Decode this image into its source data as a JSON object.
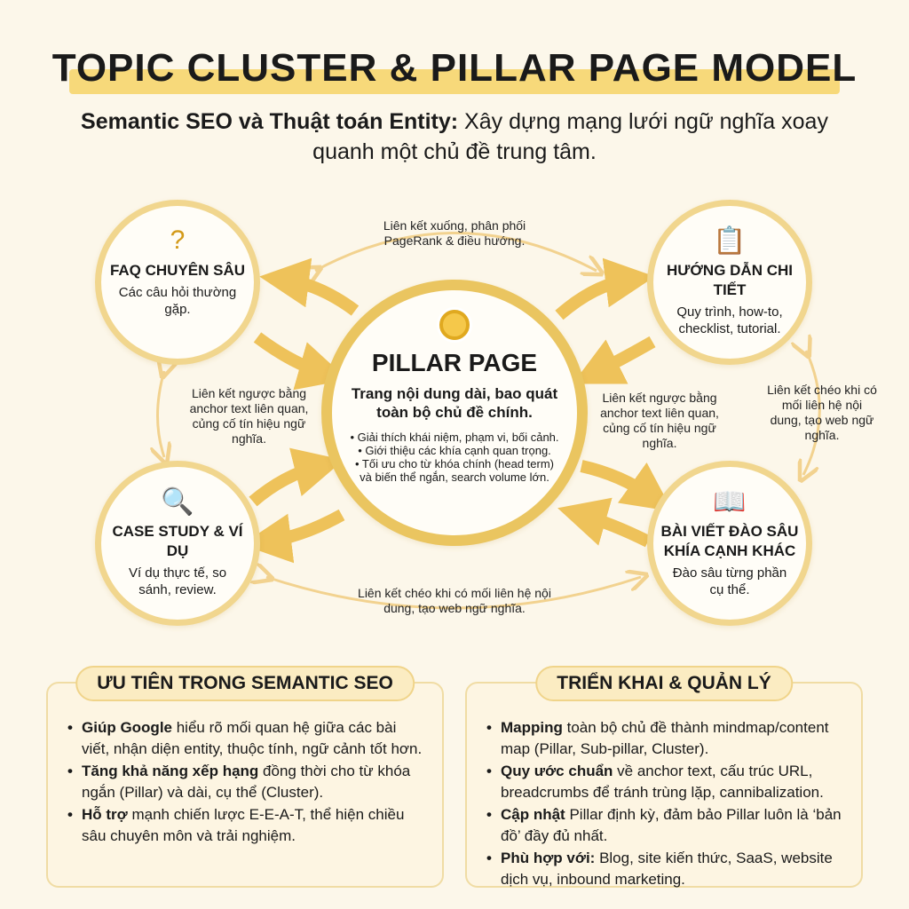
{
  "title": "TOPIC CLUSTER & PILLAR PAGE MODEL",
  "subtitle": {
    "bold": "Semantic SEO và Thuật toán Entity:",
    "rest": " Xây dựng mạng lưới ngữ nghĩa xoay quanh một chủ đề trung tâm."
  },
  "pillar": {
    "icon": "sun-icon",
    "title": "PILLAR PAGE",
    "desc": "Trang nội dung dài, bao quát toàn bộ chủ đề chính.",
    "bullets": [
      "• Giải thích khái niệm, phạm vi, bối cảnh.",
      "• Giới thiệu các khía cạnh quan trọng.",
      "• Tối ưu cho từ khóa chính (head term) và biến thể ngắn, search volume lớn."
    ]
  },
  "clusters": [
    {
      "icon": "question-bubble-icon",
      "glyph": "?",
      "title": "FAQ CHUYÊN SÂU",
      "desc": "Các câu hỏi thường gặp."
    },
    {
      "icon": "clipboard-checklist-icon",
      "glyph": "📋",
      "title": "HƯỚNG DẪN CHI TIẾT",
      "desc": "Quy trình, how-to, checklist, tutorial."
    },
    {
      "icon": "magnifier-icon",
      "glyph": "🔍",
      "title": "CASE STUDY & VÍ DỤ",
      "desc": "Ví dụ thực tế, so sánh, review."
    },
    {
      "icon": "open-book-icon",
      "glyph": "📖",
      "title": "BÀI VIẾT ĐÀO SÂU KHÍA CẠNH KHÁC",
      "desc": "Đào sâu từng phần cụ thể."
    }
  ],
  "links": {
    "top": "Liên kết xuống, phân phối PageRank & điều hướng.",
    "left": "Liên kết ngược bằng anchor text liên quan, củng cố tín hiệu ngữ nghĩa.",
    "right": "Liên kết ngược bằng anchor text liên quan, củng cố tín hiệu ngữ nghĩa.",
    "far_right": "Liên kết chéo khi có mối liên hệ nội dung, tạo web ngữ nghĩa.",
    "bottom": "Liên kết chéo khi có mối liên hệ nội dung, tạo web ngữ nghĩa."
  },
  "priority": {
    "title": "ƯU TIÊN TRONG SEMANTIC SEO",
    "items": [
      {
        "bold": "Giúp Google",
        "rest": " hiểu rõ mối quan hệ giữa các bài viết, nhận diện entity, thuộc tính, ngữ cảnh tốt hơn."
      },
      {
        "bold": "Tăng khả năng xếp hạng",
        "rest": " đồng thời cho từ khóa ngắn (Pillar) và dài, cụ thể (Cluster)."
      },
      {
        "bold": "Hỗ trợ",
        "rest": " mạnh chiến lược E-E-A-T, thể hiện chiều sâu chuyên môn và trải nghiệm."
      }
    ]
  },
  "deploy": {
    "title": "TRIỂN KHAI & QUẢN LÝ",
    "items": [
      {
        "bold": "Mapping",
        "rest": " toàn bộ chủ đề thành mindmap/content map (Pillar, Sub-pillar, Cluster)."
      },
      {
        "bold": "Quy ước chuẩn",
        "rest": " về anchor text, cấu trúc URL, breadcrumbs để tránh trùng lặp, cannibalization."
      },
      {
        "bold": "Cập nhật",
        "rest": " Pillar định kỳ, đảm bảo Pillar luôn là ‘bản đồ’ đầy đủ nhất."
      },
      {
        "bold": "Phù hợp với:",
        "rest": " Blog, site kiến thức, SaaS, website dịch vụ, inbound marketing."
      }
    ]
  },
  "colors": {
    "accent": "#eac560",
    "highlight": "#f7d97a",
    "background": "#fcf7ea"
  }
}
